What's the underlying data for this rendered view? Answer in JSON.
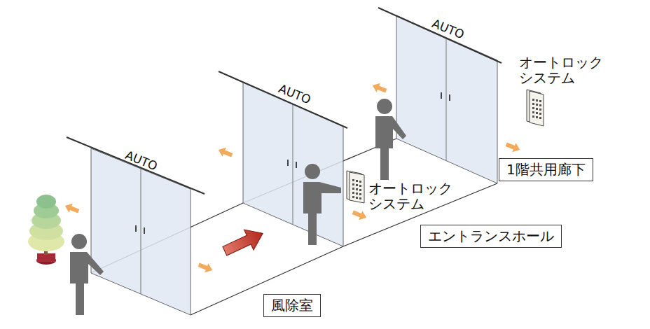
{
  "diagram": {
    "nodes": [
      {
        "text": [
          "1階共用廊下"
        ]
      },
      {
        "text": [
          "エントランスホール"
        ]
      },
      {
        "text": [
          "風除室"
        ]
      }
    ],
    "edges": [],
    "labels": [
      "AUTO",
      "AUTO",
      "AUTO",
      "オートロック システム",
      "オートロック システム"
    ]
  }
}
